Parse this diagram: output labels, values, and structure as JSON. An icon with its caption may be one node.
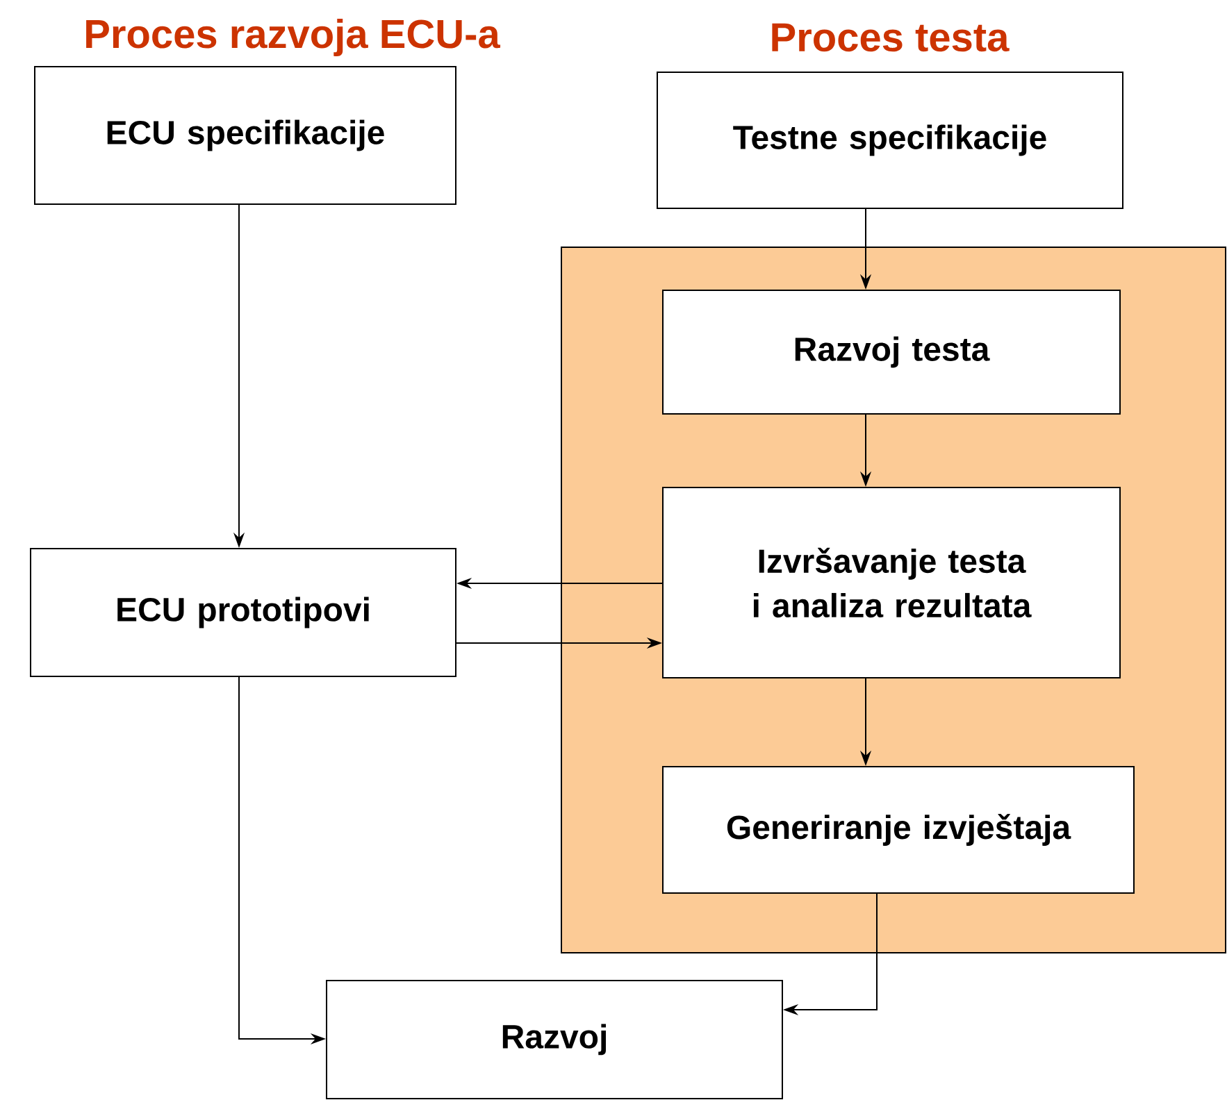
{
  "diagram": {
    "nodes": [
      {
        "text": [
          "ECU specifikacije"
        ]
      },
      {
        "text": [
          "Testne specifikacije"
        ]
      },
      {
        "text": [],
        "shape": "box"
      },
      {
        "text": [
          "Razvoj testa"
        ],
        "in": 2
      },
      {
        "text": [
          "Izvršavanje testa i analiza rezultata"
        ],
        "in": 2
      },
      {
        "text": [
          "Generiranje izvještaja"
        ],
        "in": 2
      },
      {
        "text": [
          "ECU prototipovi"
        ]
      },
      {
        "text": [
          "Razvoj"
        ]
      }
    ],
    "edges": [
      {
        "from": 0,
        "to": 6,
        "arrow": "to"
      },
      {
        "from": 1,
        "to": 3,
        "arrow": "to"
      },
      {
        "from": 3,
        "to": 4,
        "arrow": "to"
      },
      {
        "from": 4,
        "to": 6,
        "arrow": "to"
      },
      {
        "from": 6,
        "to": 4,
        "arrow": "to"
      },
      {
        "from": 4,
        "to": 5,
        "arrow": "to"
      },
      {
        "from": 5,
        "to": 7,
        "arrow": "to"
      },
      {
        "from": 6,
        "to": 7,
        "arrow": "to"
      }
    ],
    "labels": [
      "Proces razvoja ECU-a",
      "Proces testa"
    ]
  }
}
